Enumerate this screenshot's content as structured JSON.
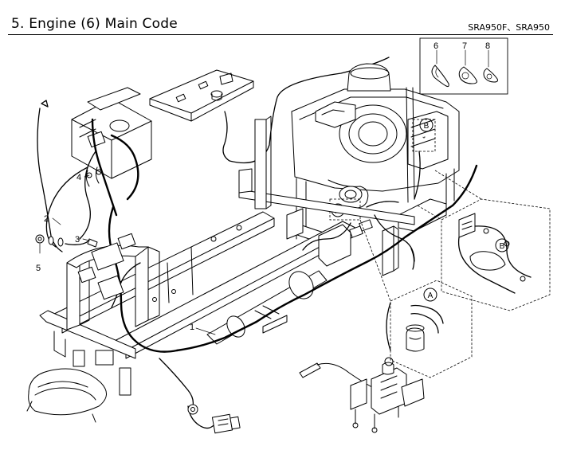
{
  "header": {
    "title": "5. Engine (6) Main Code",
    "models": "SRA950F、SRA950"
  },
  "callouts": {
    "c1": "1",
    "c2": "2",
    "c3": "3",
    "c4": "4",
    "c5": "5",
    "c6": "6",
    "c7": "7",
    "c8": "8"
  },
  "detail_labels": {
    "a": "A",
    "b": "B"
  }
}
